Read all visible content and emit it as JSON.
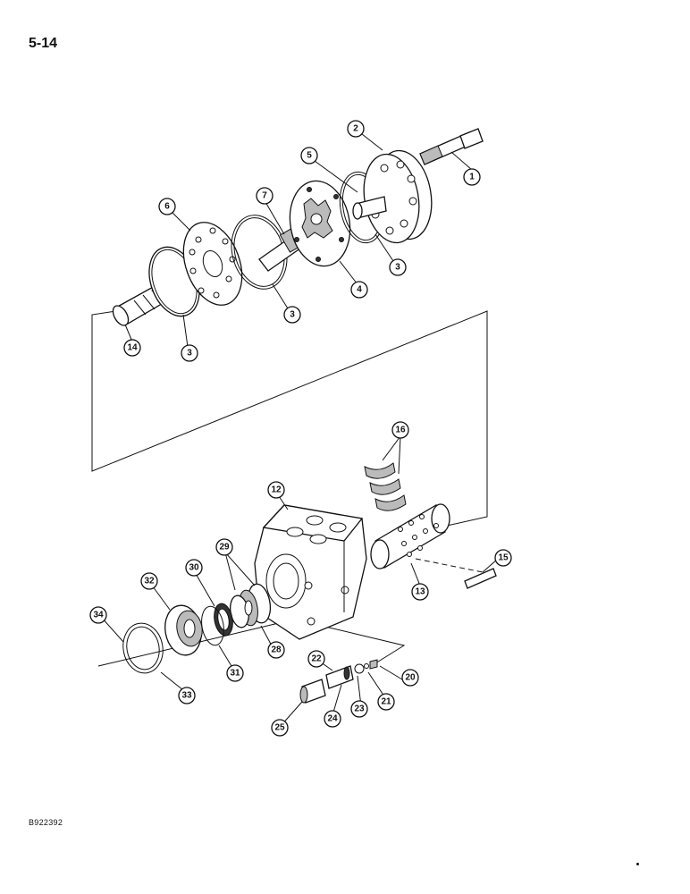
{
  "page": {
    "number": "5-14",
    "figure_code": "B922392"
  },
  "callouts": [
    {
      "label": "1"
    },
    {
      "label": "2"
    },
    {
      "label": "3"
    },
    {
      "label": "3"
    },
    {
      "label": "3"
    },
    {
      "label": "4"
    },
    {
      "label": "5"
    },
    {
      "label": "6"
    },
    {
      "label": "7"
    },
    {
      "label": "12"
    },
    {
      "label": "13"
    },
    {
      "label": "14"
    },
    {
      "label": "15"
    },
    {
      "label": "16"
    },
    {
      "label": "20"
    },
    {
      "label": "21"
    },
    {
      "label": "22"
    },
    {
      "label": "23"
    },
    {
      "label": "24"
    },
    {
      "label": "25"
    },
    {
      "label": "28"
    },
    {
      "label": "29"
    },
    {
      "label": "30"
    },
    {
      "label": "31"
    },
    {
      "label": "32"
    },
    {
      "label": "33"
    },
    {
      "label": "34"
    }
  ]
}
